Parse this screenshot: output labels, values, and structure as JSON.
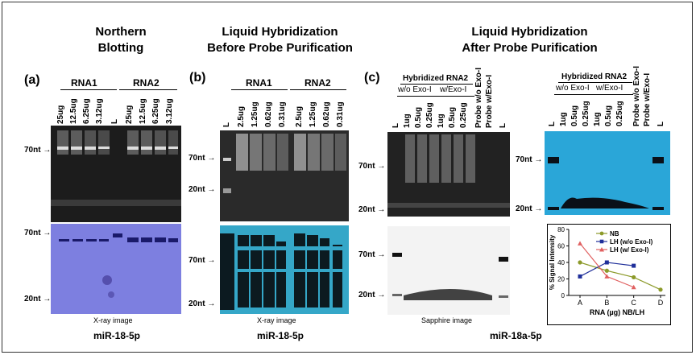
{
  "titles": {
    "northern": [
      "Northern",
      "Blotting"
    ],
    "liquid_before": [
      "Liquid Hybridization",
      "Before Probe Purification"
    ],
    "liquid_after": [
      "Liquid Hybridization",
      "After Probe Purification"
    ]
  },
  "panels": {
    "a": "(a)",
    "b": "(b)",
    "c": "(c)"
  },
  "panel_a": {
    "group1": "RNA1",
    "group2": "RNA2",
    "lanes1": [
      "25ug",
      "12.5ug",
      "6.25ug",
      "3.12ug"
    ],
    "ladder": "L",
    "lanes2": [
      "25ug",
      "12.5ug",
      "6.25ug",
      "3.12ug"
    ],
    "markers_top": [
      "70nt"
    ],
    "markers_bottom": [
      "70nt",
      "20nt"
    ],
    "caption_image": "X-ray image",
    "caption_mirna": "miR-18-5p"
  },
  "panel_b": {
    "group1": "RNA1",
    "group2": "RNA2",
    "ladder": "L",
    "lanes1": [
      "2.5ug",
      "1.25ug",
      "0.62ug",
      "0.31ug"
    ],
    "lanes2": [
      "2.5ug",
      "1.25ug",
      "0.62ug",
      "0.31ug"
    ],
    "markers_top": [
      "70nt",
      "20nt"
    ],
    "markers_bottom": [
      "70nt",
      "20nt"
    ],
    "caption_image": "X-ray image",
    "caption_mirna": "miR-18-5p"
  },
  "panel_c": {
    "header": "Hybridized RNA2",
    "sub1": "w/o Exo-I",
    "sub2": "w/Exo-I",
    "ladder": "L",
    "lanes1": [
      "1ug",
      "0.5ug",
      "0.25ug"
    ],
    "lanes2": [
      "1ug",
      "0.5ug",
      "0.25ug"
    ],
    "probe1": "Probe  w/o Exo-I",
    "probe2": "Probe w/Exo-I",
    "markers_left_top": [
      "70nt",
      "20nt"
    ],
    "markers_left_bottom": [
      "70nt",
      "20nt"
    ],
    "markers_right": [
      "70nt",
      "20nt"
    ],
    "caption_image": "Sapphire image",
    "caption_mirna": "miR-18a-5p"
  },
  "chart_data": {
    "type": "line",
    "categories": [
      "A",
      "B",
      "C",
      "D"
    ],
    "ylabel": "% Signal Intensity",
    "xlabel": "RNA (µg) NB/LH",
    "ylim": [
      0,
      80
    ],
    "yticks": [
      0,
      20,
      40,
      60,
      80
    ],
    "legend_position": "top-right",
    "series": [
      {
        "name": "NB",
        "values": [
          40,
          30,
          22,
          7
        ],
        "color": "#8c9a2a",
        "marker": "circle"
      },
      {
        "name": "LH (w/o Exo-I)",
        "values": [
          23,
          40,
          36,
          null
        ],
        "color": "#1f2f9a",
        "marker": "square"
      },
      {
        "name": "LH (w/ Exo-I)",
        "values": [
          63,
          23,
          10,
          null
        ],
        "color": "#e06060",
        "marker": "triangle"
      }
    ]
  }
}
